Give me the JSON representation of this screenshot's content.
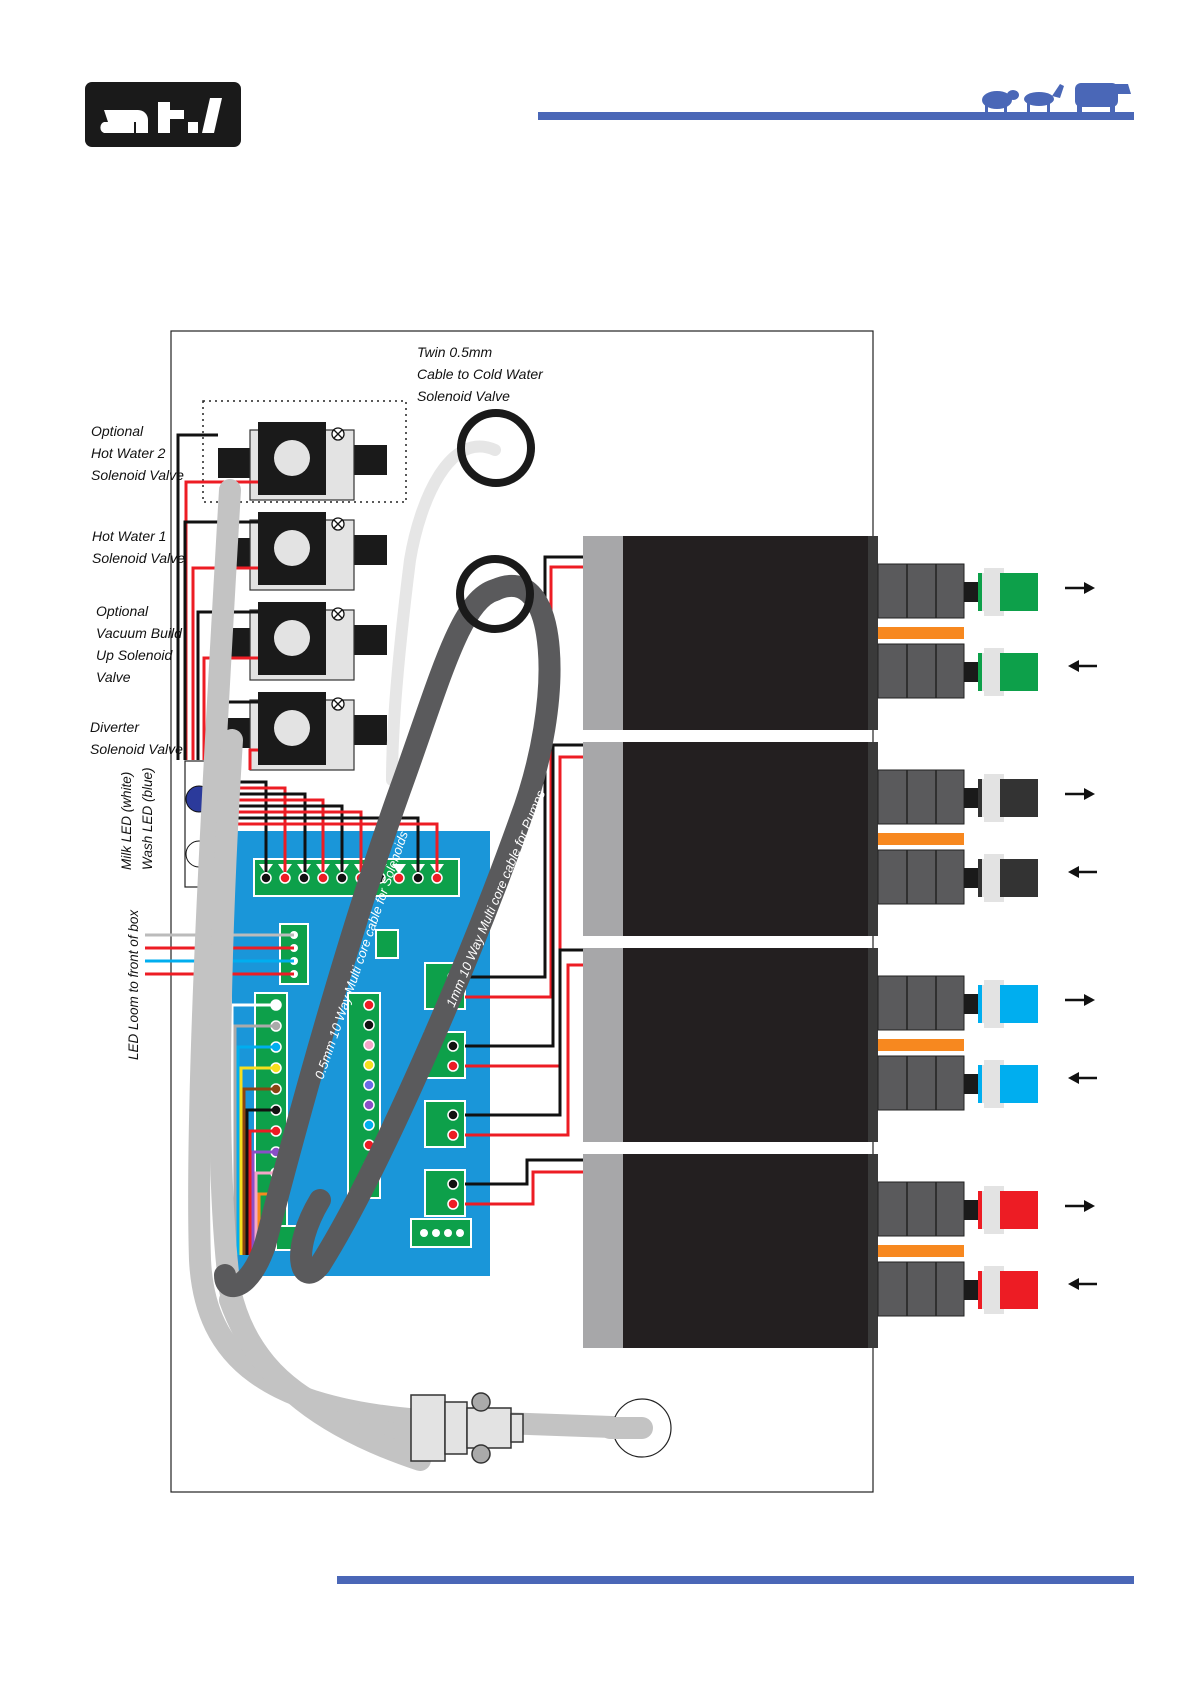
{
  "brand": {
    "logo_text": "atl",
    "accent_color": "#4a67b7",
    "animal_icons": [
      "sheep-icon",
      "goat-icon",
      "cow-icon"
    ]
  },
  "labels": {
    "hot_water_2": [
      "Optional",
      "Hot Water 2",
      "Solenoid Valve"
    ],
    "hot_water_1": [
      "Hot Water 1",
      "Solenoid Valve"
    ],
    "vacuum_build_up": [
      "Optional",
      "Vacuum Build",
      "Up Solenoid",
      "Valve"
    ],
    "diverter": [
      "Diverter",
      "Solenoid Valve"
    ],
    "cold_water_cable": [
      "Twin 0.5mm",
      "Cable to Cold Water",
      "Solenoid Valve"
    ],
    "milk_led": "Milk LED (white)",
    "wash_led": "Wash LED (blue)",
    "led_loom": "LED Loom to front of box",
    "solenoid_cable": "0.5mm 10 Way Multi core cable for Solenoids",
    "pump_cable": "1mm 10 Way Multi core cable for Pumps"
  },
  "pumps": [
    {
      "name": "pump-1",
      "port_color": "#0da04a"
    },
    {
      "name": "pump-2",
      "port_color": "#333333"
    },
    {
      "name": "pump-3",
      "port_color": "#00aeef"
    },
    {
      "name": "pump-4",
      "port_color": "#ed1c24"
    }
  ],
  "colors": {
    "board": "#1a96d9",
    "wire_red": "#ed1c24",
    "wire_black": "#111111",
    "cable_dark": "#5a5a5c",
    "cable_light": "#c3c3c3",
    "link_orange": "#f7881f"
  }
}
